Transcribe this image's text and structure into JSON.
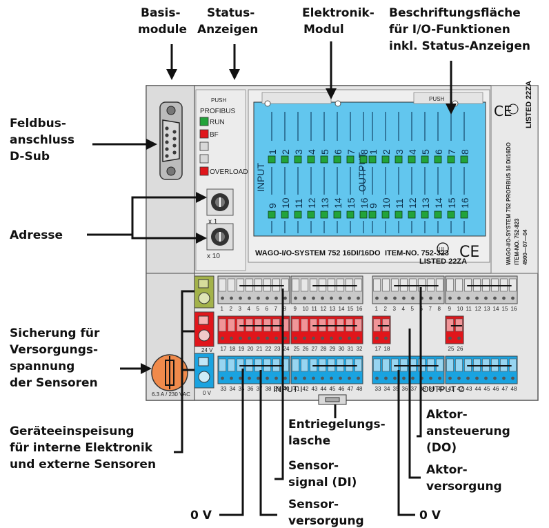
{
  "callouts": {
    "basis": [
      "Basis-",
      "module"
    ],
    "status": [
      "Status-",
      "Anzeigen"
    ],
    "elektronik": [
      "Elektronik-",
      "Modul"
    ],
    "beschriftung": [
      "Beschriftungsfläche",
      "für I/O-Funktionen",
      "inkl. Status-Anzeigen"
    ],
    "feldbus": [
      "Feldbus-",
      "anschluss",
      "D-Sub"
    ],
    "adresse": "Adresse",
    "sicherung": [
      "Sicherung für",
      "Versorgungs-",
      "spannung",
      "der Sensoren"
    ],
    "geraete": [
      "Geräteeinspeisung",
      "für interne Elektronik",
      "und externe Sensoren"
    ],
    "entriegelung": [
      "Entriegelungs-",
      "lasche"
    ],
    "sensorsignal": [
      "Sensor-",
      "signal (DI)"
    ],
    "sensorversorgung": [
      "Sensor-",
      "versorgung"
    ],
    "zero_left": "0 V",
    "zero_right": "0 V",
    "aktoransteuerung": [
      "Aktor-",
      "ansteuerung",
      "(DO)"
    ],
    "aktorversorgung": [
      "Aktor-",
      "versorgung"
    ]
  },
  "module": {
    "push_left": "PUSH",
    "push_right": "PUSH",
    "profibus": "PROFIBUS",
    "leds": [
      "RUN",
      "BF",
      "",
      "",
      "OVERLOAD"
    ],
    "led_colors": [
      "#22a33a",
      "#e0161b",
      "#d8d8d8",
      "#d8d8d8",
      "#e0161b"
    ],
    "x1": "x 1",
    "x10": "x 10",
    "input_label": "INPUT",
    "output_label": "OUTPUT",
    "channels_top": [
      "1",
      "2",
      "3",
      "4",
      "5",
      "6",
      "7",
      "8"
    ],
    "channels_bottom": [
      "9",
      "10",
      "11",
      "12",
      "13",
      "14",
      "15",
      "16"
    ],
    "wago_line": "WAGO-I/O-SYSTEM 752 16DI/16DO",
    "item_line": "ITEM-NO. 752-323",
    "listed": "LISTED 22ZA",
    "side_listed": "LISTED 22ZA",
    "side_text": [
      "WAGO-I/O-SYSTEM 752 PROFIBUS 16 DI/16DO",
      "ITEM-NO. 752-823",
      "4500—07—04"
    ],
    "fuse_label": "6.3 A / 230 VAC",
    "v24": "24 V",
    "v0": "0 V",
    "input_bottom": "INPUT I",
    "output_bottom": "OUTPUT O",
    "row1_in": [
      "1",
      "2",
      "3",
      "4",
      "5",
      "6",
      "7",
      "8",
      "9",
      "10",
      "11",
      "12",
      "13",
      "14",
      "15",
      "16"
    ],
    "row2_in": [
      "17",
      "18",
      "19",
      "20",
      "21",
      "22",
      "23",
      "24",
      "25",
      "26",
      "27",
      "28",
      "29",
      "30",
      "31",
      "32"
    ],
    "row3_in": [
      "33",
      "34",
      "35",
      "36",
      "37",
      "38",
      "39",
      "40",
      "41",
      "42",
      "43",
      "44",
      "45",
      "46",
      "47",
      "48"
    ],
    "row1_out": [
      "1",
      "2",
      "3",
      "4",
      "5",
      "6",
      "7",
      "8",
      "9",
      "10",
      "11",
      "12",
      "13",
      "14",
      "15",
      "16"
    ],
    "row2_out": [
      "17",
      "18",
      "25",
      "26"
    ],
    "row3_out": [
      "33",
      "34",
      "35",
      "36",
      "37",
      "38",
      "39",
      "40",
      "41",
      "42",
      "43",
      "44",
      "45",
      "46",
      "47",
      "48"
    ]
  },
  "colors": {
    "housing": "#e3e3e3",
    "screen": "#62c6ee",
    "led_green": "#22a33a",
    "terminal_red": "#e0161b",
    "terminal_blue": "#1aa3e0",
    "terminal_grey": "#c9c9c9",
    "fuse_orange": "#f08a4b",
    "ground_green": "#a3b24a"
  }
}
